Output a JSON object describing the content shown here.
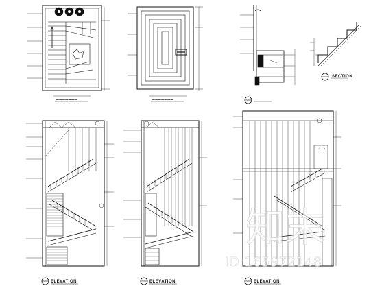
{
  "drawing": {
    "elevation_titles": [
      "ELEVATION",
      "ELEVATION",
      "ELEVATION"
    ],
    "section_title": "SECTION"
  },
  "watermark": {
    "logo_text": "知末",
    "id_text": "ID:165972148"
  },
  "colors": {
    "ink": "#111111",
    "paper": "#ffffff",
    "watermark": "#d0d0d0"
  }
}
